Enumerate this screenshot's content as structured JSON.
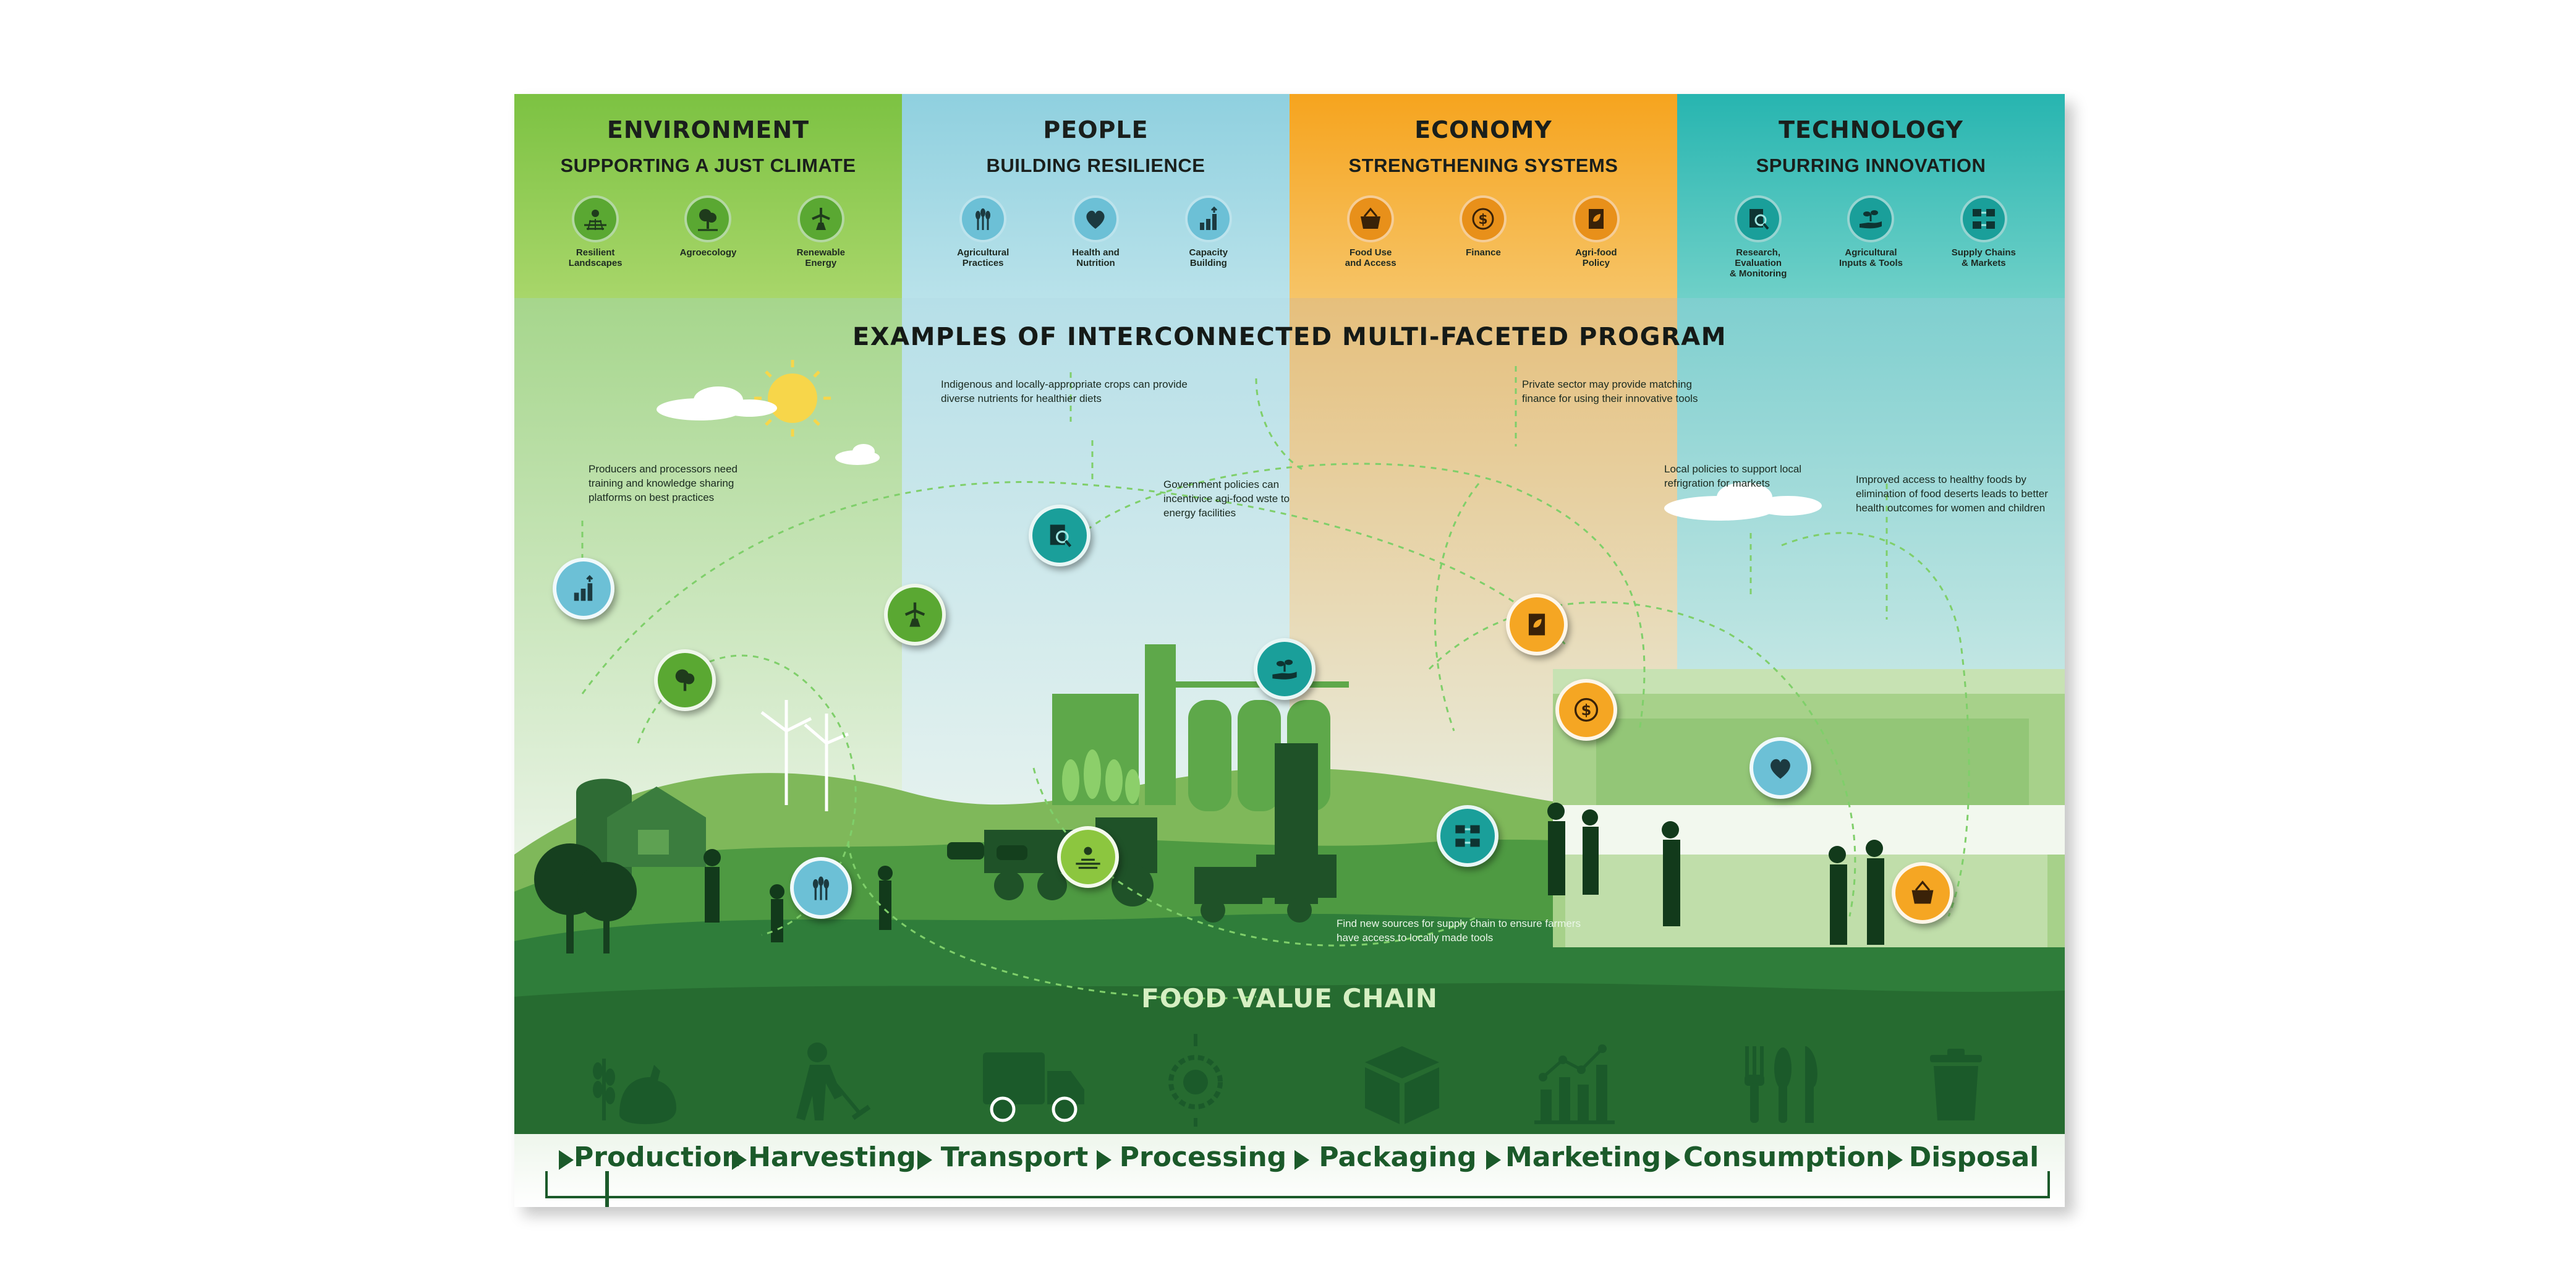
{
  "pillars": [
    {
      "title": "ENVIRONMENT",
      "subtitle": "SUPPORTING A JUST CLIMATE",
      "color": "#8cc63f",
      "items": [
        {
          "label": "Resilient\nLandscapes",
          "icon": "landscape-icon"
        },
        {
          "label": "Agroecology",
          "icon": "tree-icon"
        },
        {
          "label": "Renewable\nEnergy",
          "icon": "windmill-icon"
        }
      ]
    },
    {
      "title": "PEOPLE",
      "subtitle": "BUILDING RESILIENCE",
      "color": "#9ed3e0",
      "items": [
        {
          "label": "Agricultural\nPractices",
          "icon": "wheat-icon"
        },
        {
          "label": "Health and\nNutrition",
          "icon": "heart-icon"
        },
        {
          "label": "Capacity\nBuilding",
          "icon": "growth-chart-icon"
        }
      ]
    },
    {
      "title": "ECONOMY",
      "subtitle": "STRENGTHENING SYSTEMS",
      "color": "#f5a623",
      "items": [
        {
          "label": "Food Use\nand Access",
          "icon": "basket-icon"
        },
        {
          "label": "Finance",
          "icon": "dollar-icon"
        },
        {
          "label": "Agri-food\nPolicy",
          "icon": "policy-notebook-icon"
        }
      ]
    },
    {
      "title": "TECHNOLOGY",
      "subtitle": "SPURRING INNOVATION",
      "color": "#2fb8b3",
      "items": [
        {
          "label": "Research,  Evaluation\n& Monitoring",
          "icon": "research-icon"
        },
        {
          "label": "Agricultural\nInputs & Tools",
          "icon": "hand-seedling-icon"
        },
        {
          "label": "Supply Chains\n& Markets",
          "icon": "supply-chain-icon"
        }
      ]
    }
  ],
  "scene": {
    "title": "EXAMPLES OF INTERCONNECTED MULTI-FACETED PROGRAM",
    "annotations": [
      "Producers and processors need training and knowledge sharing platforms on best practices",
      "Indigenous and locally-appropriate crops can provide diverse nutrients for healthier diets",
      "Government policies can incentivice agi-food wste to energy facilities",
      "Private sector may provide matching finance for using their innovative tools",
      "Local policies to support local refrigration for markets",
      "Improved access to healthy foods by elimination of food deserts leads to better health outcomes for women and children",
      "Find new sources for supply chain to ensure farmers have access to locally made tools"
    ],
    "footer_label": "FOOD VALUE CHAIN"
  },
  "chain": {
    "stages": [
      {
        "label": "Production",
        "icon": "wheat-hen-icon"
      },
      {
        "label": "Harvesting",
        "icon": "farmer-rake-icon"
      },
      {
        "label": "Transport",
        "icon": "truck-icon"
      },
      {
        "label": "Processing",
        "icon": "processing-cog-icon"
      },
      {
        "label": "Packaging",
        "icon": "box-icon"
      },
      {
        "label": "Marketing",
        "icon": "bar-chart-icon"
      },
      {
        "label": "Consumption",
        "icon": "cutlery-icon"
      },
      {
        "label": "Disposal",
        "icon": "trash-bin-icon"
      }
    ]
  },
  "colors": {
    "dark_green": "#1b5a2a",
    "field_green": "#2f7d3a",
    "teal": "#2fb8b3",
    "orange": "#f5a623",
    "lime": "#8cc63f",
    "sky": "#9ed3e0"
  }
}
